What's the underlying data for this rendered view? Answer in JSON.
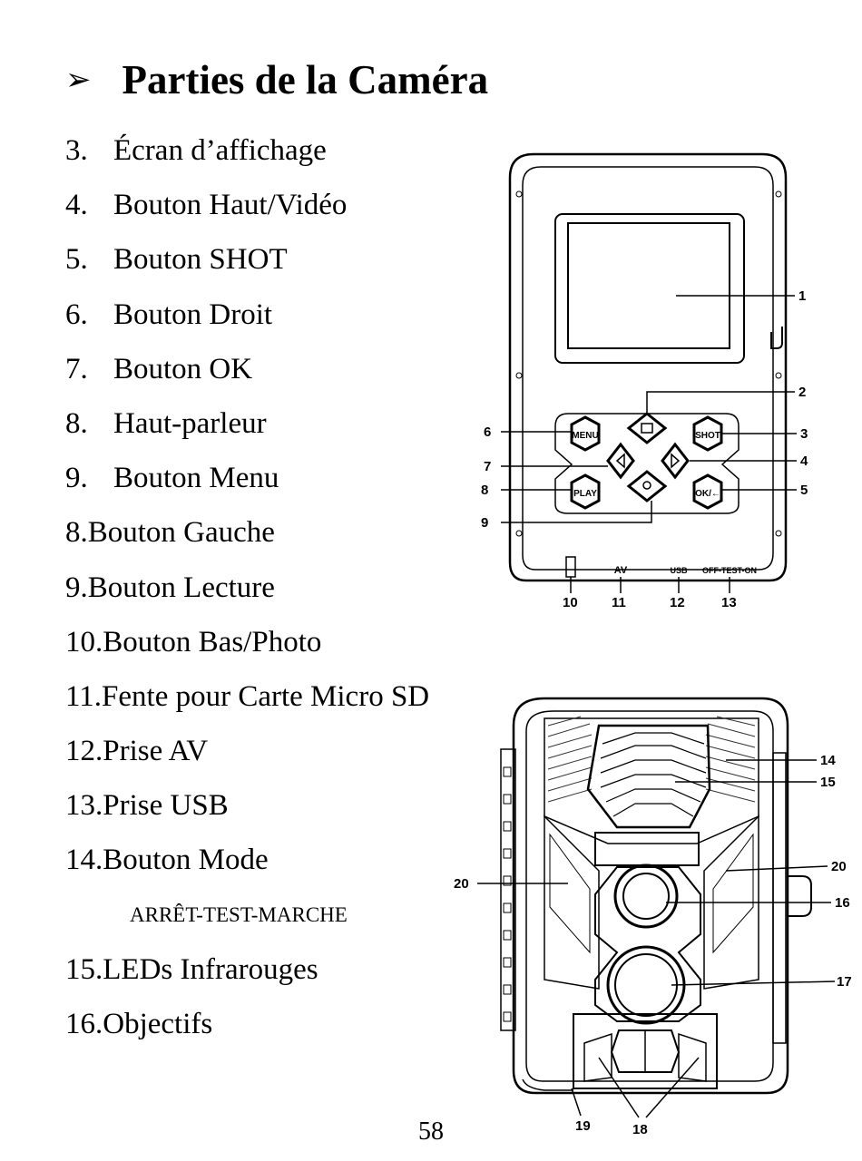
{
  "heading": {
    "bullet": "➢",
    "title": "Parties de la Caméra"
  },
  "items": [
    {
      "num": "3.",
      "label": "Écran d’affichage"
    },
    {
      "num": "4.",
      "label": "Bouton Haut/Vidéo"
    },
    {
      "num": "5.",
      "label": "Bouton SHOT"
    },
    {
      "num": "6.",
      "label": "Bouton Droit"
    },
    {
      "num": "7.",
      "label": "Bouton OK"
    },
    {
      "num": "8.",
      "label": "Haut-parleur"
    },
    {
      "num": "9.",
      "label": "Bouton Menu"
    },
    {
      "text": "8.Bouton Gauche"
    },
    {
      "text": "9.Bouton Lecture"
    },
    {
      "text": "10.Bouton Bas/Photo"
    },
    {
      "text": "11.Fente pour Carte Micro SD"
    },
    {
      "text": "12.Prise AV"
    },
    {
      "text": "13.Prise USB"
    },
    {
      "text": "14.Bouton Mode"
    },
    {
      "text": "ARRÊT-TEST-MARCHE",
      "sub": true
    },
    {
      "text": "15.LEDs Infrarouges"
    },
    {
      "text": "16.Objectifs"
    }
  ],
  "page_number": "58",
  "back_diagram": {
    "callouts": [
      "1",
      "2",
      "3",
      "4",
      "5",
      "6",
      "7",
      "8",
      "9",
      "10",
      "11",
      "12",
      "13"
    ],
    "buttons": {
      "menu": "MENU",
      "shot": "SHOT",
      "play": "PLAY",
      "ok": "OK/←"
    },
    "ports": {
      "av": "AV",
      "usb": "USB",
      "switch": "OFF-TEST-ON"
    }
  },
  "front_diagram": {
    "callouts": [
      "14",
      "15",
      "20",
      "20",
      "16",
      "17",
      "18",
      "19"
    ]
  }
}
